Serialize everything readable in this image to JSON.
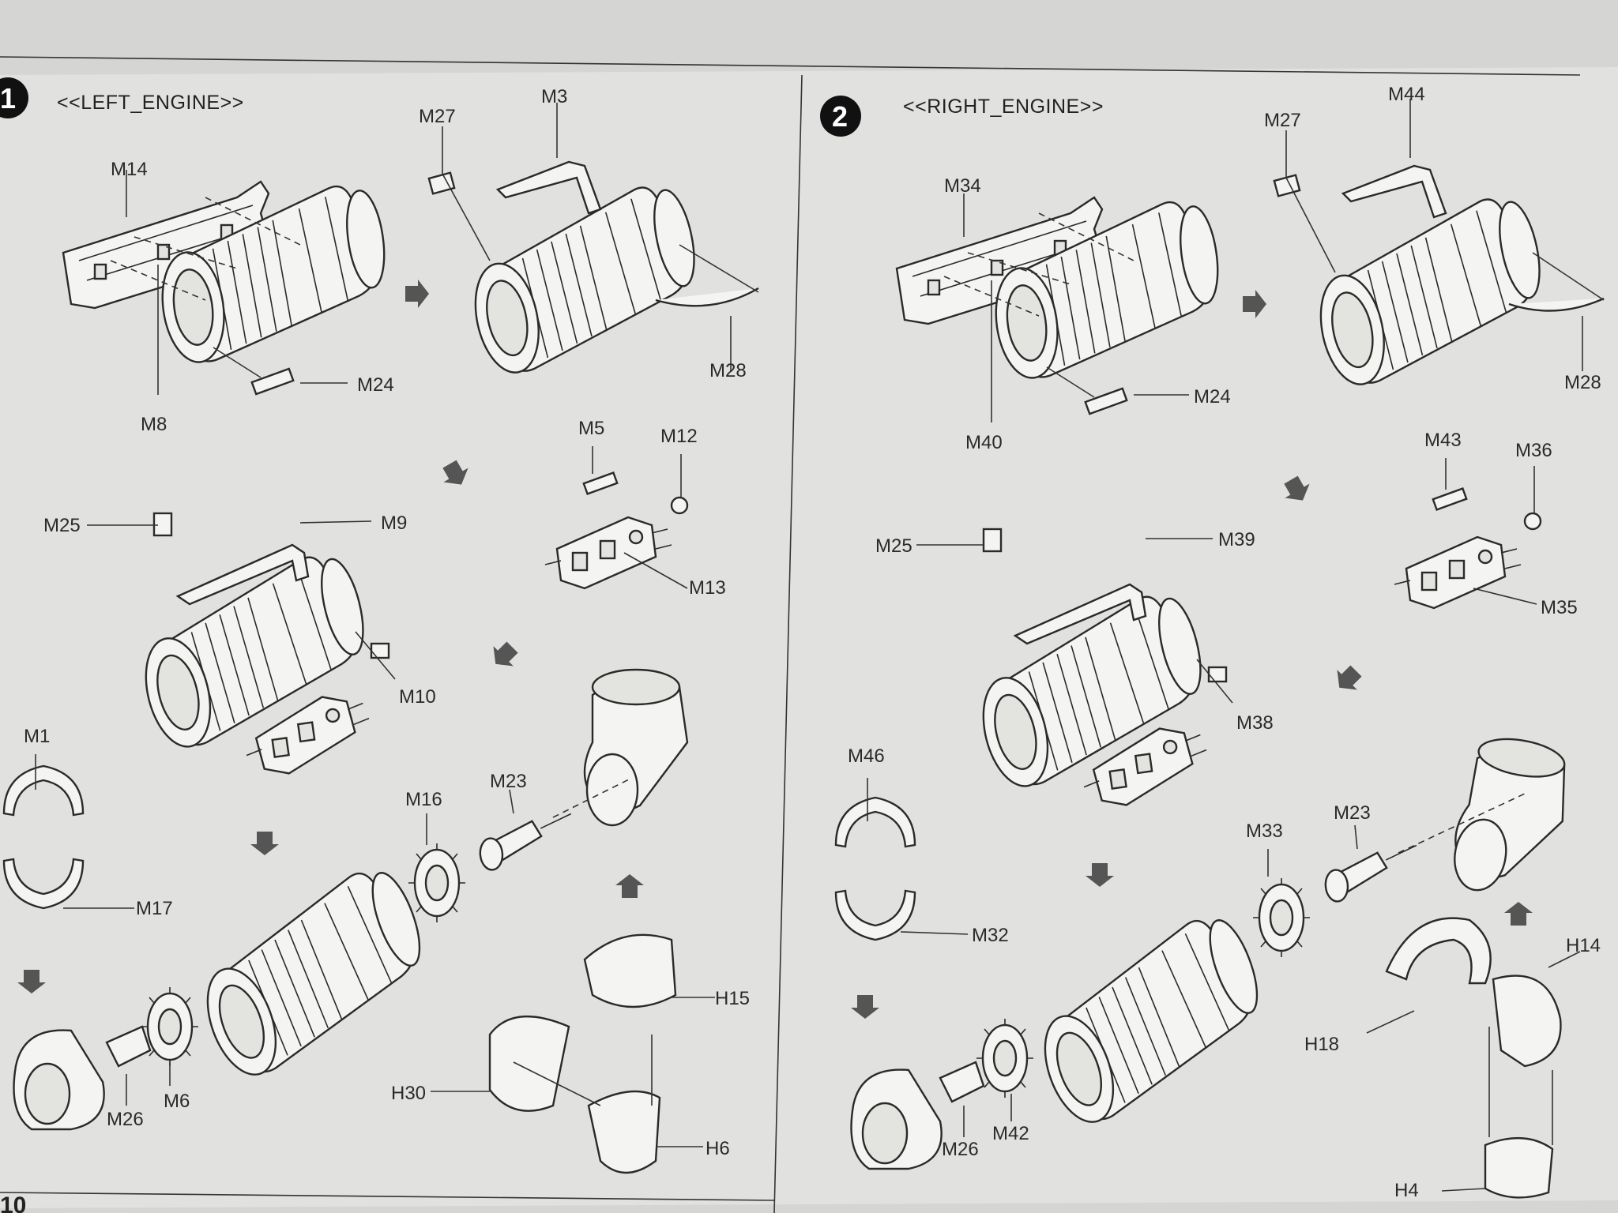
{
  "page_number": "10",
  "steps": [
    {
      "number": "1",
      "title": "<<LEFT_ENGINE>>",
      "labels": [
        "M14",
        "M8",
        "M24",
        "M27",
        "M3",
        "M28",
        "M5",
        "M12",
        "M13",
        "M25",
        "M9",
        "M10",
        "M1",
        "M17",
        "M16",
        "M23",
        "M6",
        "M26",
        "H15",
        "H30",
        "H6"
      ]
    },
    {
      "number": "2",
      "title": "<<RIGHT_ENGINE>>",
      "labels": [
        "M34",
        "M40",
        "M24",
        "M27",
        "M44",
        "M28",
        "M43",
        "M36",
        "M35",
        "M25",
        "M39",
        "M38",
        "M46",
        "M32",
        "M33",
        "M23",
        "M42",
        "M26",
        "H14",
        "H18",
        "H4"
      ]
    }
  ]
}
